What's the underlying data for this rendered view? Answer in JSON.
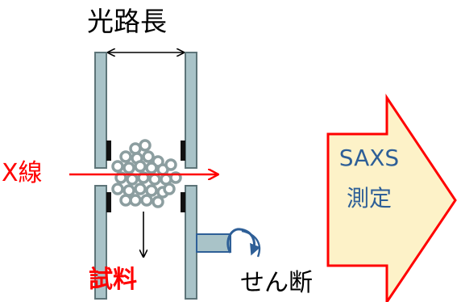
{
  "labels": {
    "path_length": "光路長",
    "xray": "X線",
    "sample": "試料",
    "shear": "せん断",
    "saxs": "SAXS",
    "measurement": "測定"
  },
  "colors": {
    "window_fill": "#a9c3c8",
    "window_stroke": "#5d7478",
    "particle": "#8c9ea0",
    "beam": "#ff0000",
    "xray_label": "#ff0000",
    "sample_label": "#ff0000",
    "shear_arrow": "#2e5f97",
    "rod_fill": "#a9c3c8",
    "saxs_arrow_fill": "#fdf2c8",
    "saxs_arrow_stroke": "#ff0000",
    "saxs_text": "#2e5f97"
  }
}
